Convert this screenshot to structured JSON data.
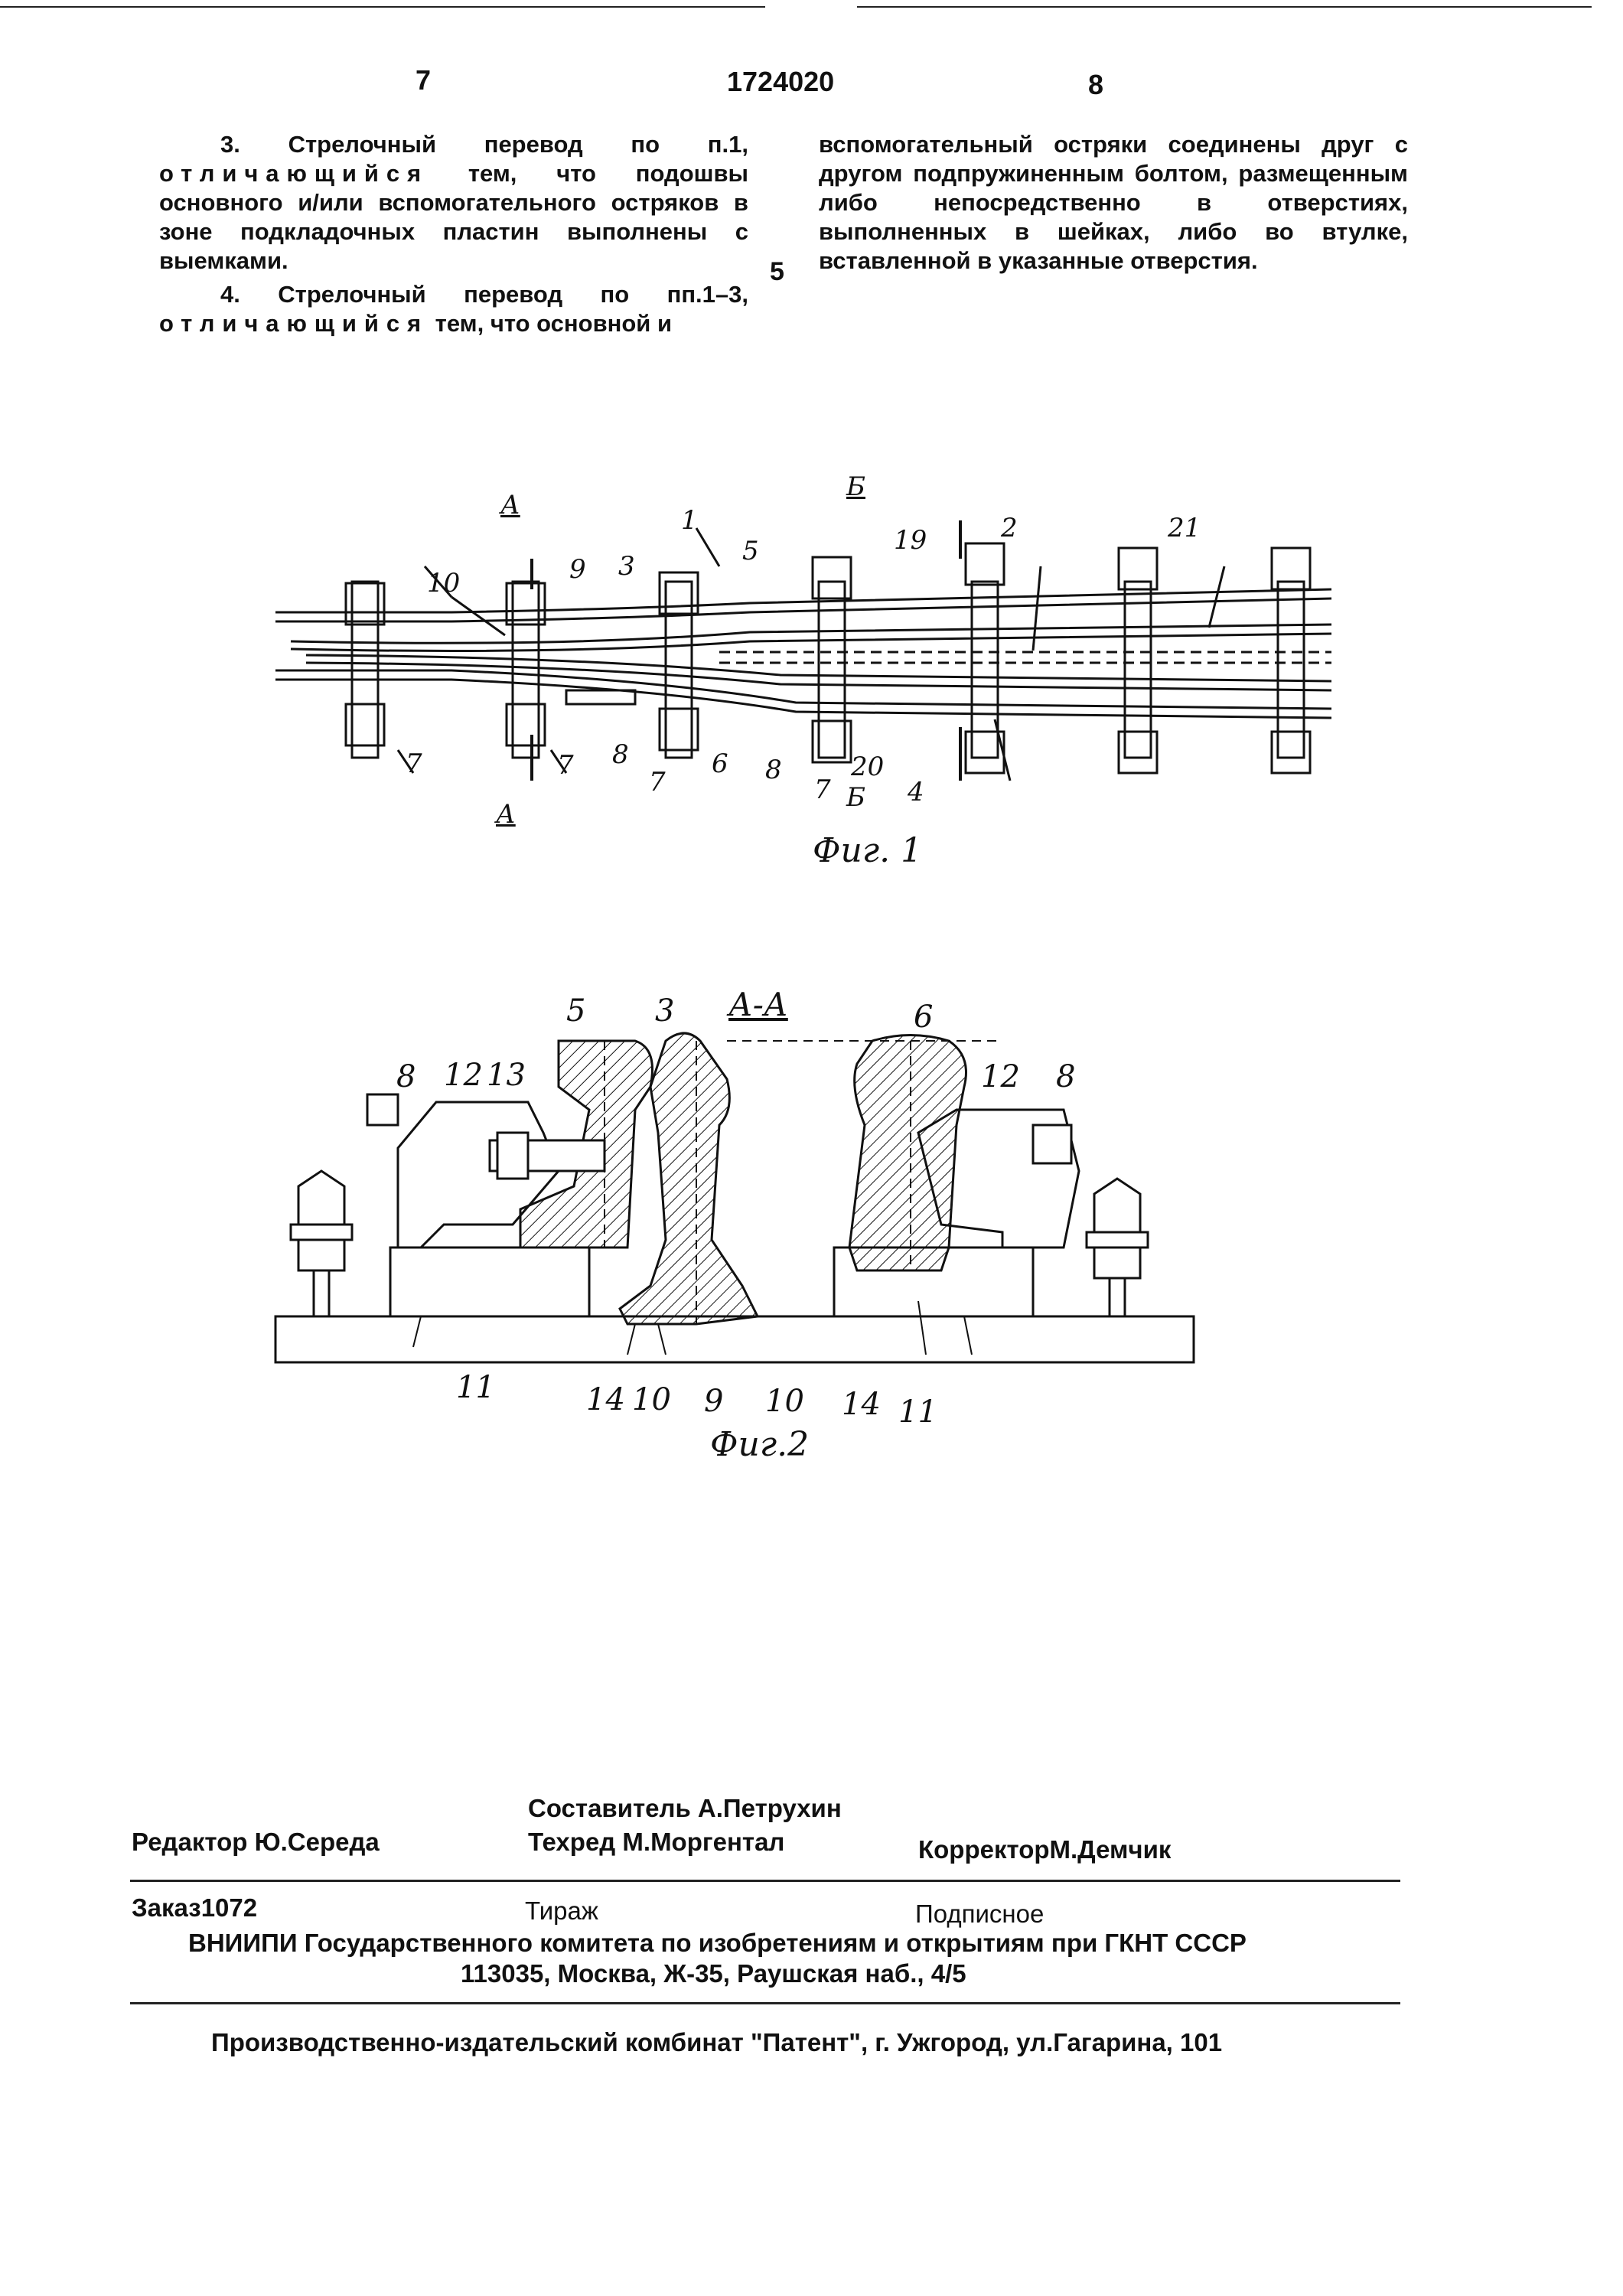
{
  "header": {
    "page_left": "7",
    "patent_number": "1724020",
    "page_right": "8"
  },
  "claims": {
    "left_col": [
      {
        "prefix": "3. Стрелочный перевод по п.1, ",
        "spaced": "отличающийся",
        "suffix": " тем, что подошвы основного и/или вспомогательного остряков в зоне подкладочных пластин выполнены с выемками."
      },
      {
        "prefix": "4. Стрелочный перевод по пп.1–3, ",
        "spaced": "отличающийся",
        "suffix": " тем, что основной и"
      }
    ],
    "right_col": "вспомогательный остряки соединены друг с другом подпружиненным болтом, размещенным либо непосредственно в отверстиях, выполненных в шейках, либо во втулке, вставленной в указанные отверстия.",
    "line_marker": "5"
  },
  "fig1": {
    "caption": "Фиг. 1",
    "labels": {
      "l1": "1",
      "l2": "2",
      "l3": "3",
      "l4": "4",
      "l5": "5",
      "l6": "6",
      "l7a": "7",
      "l7b": "7",
      "l7c": "7",
      "l7d": "7",
      "l8a": "8",
      "l8b": "8",
      "l9": "9",
      "l10": "10",
      "l19": "19",
      "l20": "20",
      "l21": "21",
      "secA_top": "А",
      "secA_bot": "А",
      "secB_top": "Б",
      "secB_bot": "Б"
    }
  },
  "fig2": {
    "title": "А-А",
    "caption": "Фиг.2",
    "labels": {
      "l3": "3",
      "l5": "5",
      "l6": "6",
      "l8a": "8",
      "l8b": "8",
      "l9": "9",
      "l10a": "10",
      "l10b": "10",
      "l11a": "11",
      "l11b": "11",
      "l12a": "12",
      "l12b": "12",
      "l13": "13",
      "l14a": "14",
      "l14b": "14"
    }
  },
  "imprint": {
    "compiler": "Составитель А.Петрухин",
    "editor": "Редактор Ю.Середа",
    "techred": "Техред М.Моргентал",
    "corrector": "КорректорМ.Демчик",
    "order": "Заказ1072",
    "circulation": "Тираж",
    "subscription": "Подписное",
    "org_line1": "ВНИИПИ Государственного комитета по изобретениям и открытиям при ГКНТ СССР",
    "org_line2": "113035, Москва, Ж-35, Раушская наб., 4/5",
    "publisher": "Производственно-издательский комбинат \"Патент\", г. Ужгород, ул.Гагарина, 101"
  }
}
